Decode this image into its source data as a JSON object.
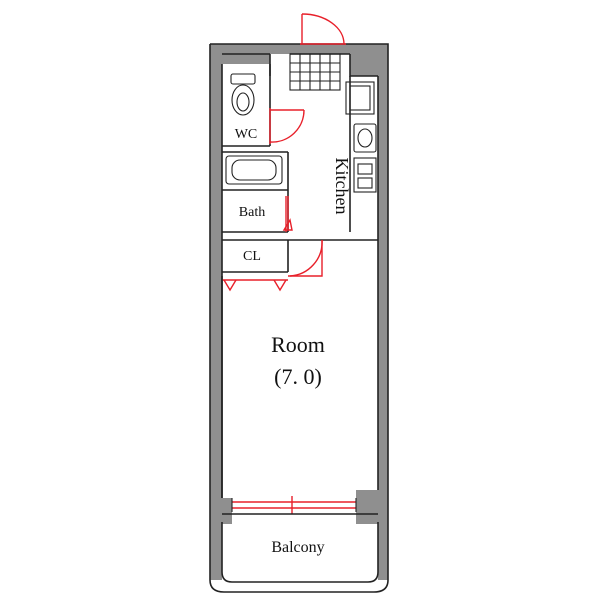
{
  "plan": {
    "rooms": {
      "wc": "WC",
      "bath": "Bath",
      "kitchen": "Kitchen",
      "closet": "CL",
      "room": "Room",
      "room_size": "(7. 0)",
      "balcony": "Balcony"
    },
    "colors": {
      "wall": "#8f8f8f",
      "outline": "#222222",
      "openings": "#e8202a"
    }
  }
}
